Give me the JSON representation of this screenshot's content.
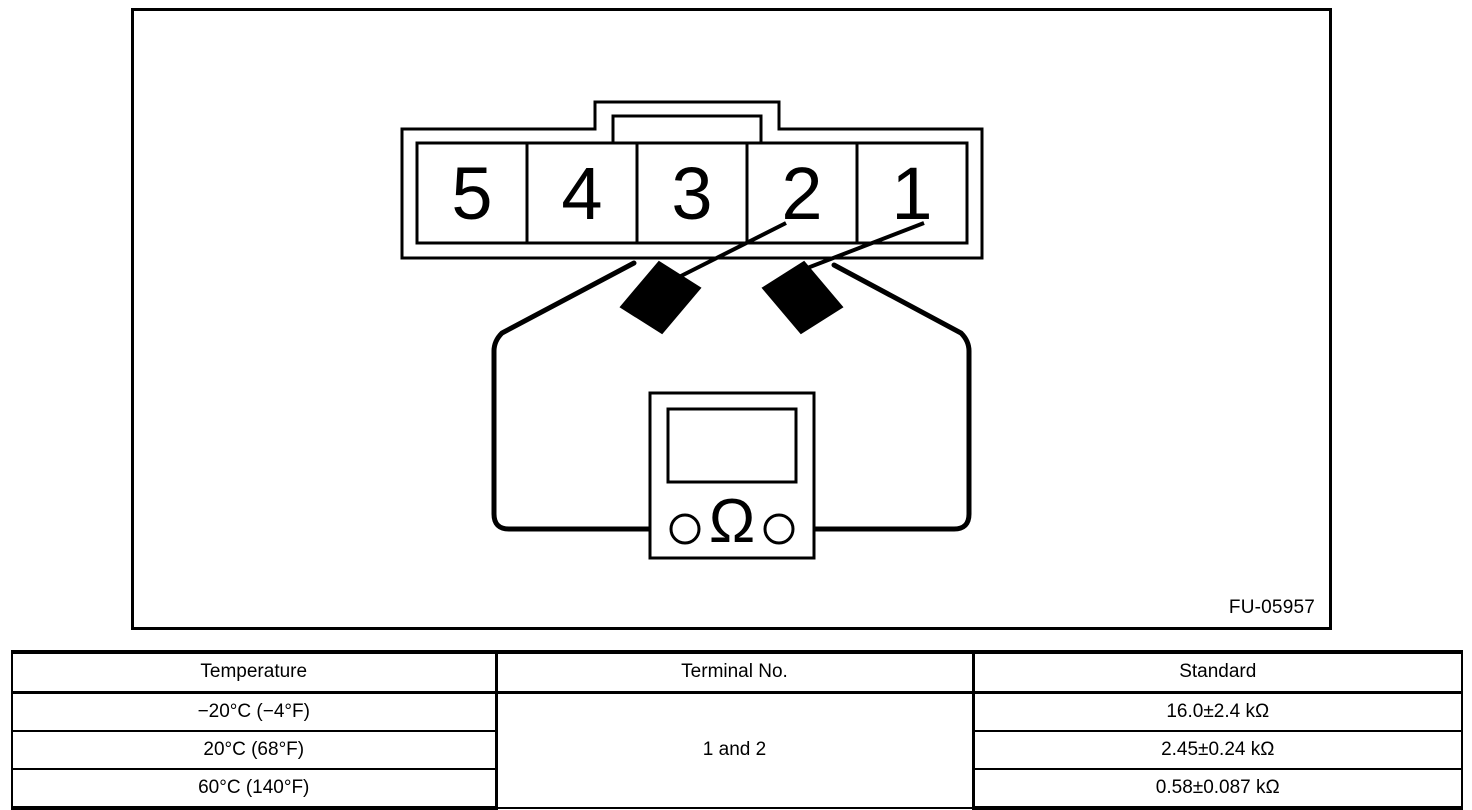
{
  "figure": {
    "code": "FU-05957",
    "connector": {
      "name": "5-pin-connector",
      "terminal_labels": [
        "5",
        "4",
        "3",
        "2",
        "1"
      ],
      "probe_targets": [
        "2",
        "1"
      ]
    },
    "meter": {
      "name": "ohmmeter",
      "symbol": "Ω",
      "display_label": "",
      "terminals": 2
    }
  },
  "table": {
    "headers": [
      "Temperature",
      "Terminal No.",
      "Standard"
    ],
    "terminal_no": "1 and 2",
    "rows": [
      {
        "temperature": "−20°C (−4°F)",
        "standard": "16.0±2.4 kΩ"
      },
      {
        "temperature": "20°C (68°F)",
        "standard": "2.45±0.24 kΩ"
      },
      {
        "temperature": "60°C (140°F)",
        "standard": "0.58±0.087 kΩ"
      }
    ]
  },
  "colors": {
    "line": "#000000",
    "background": "#ffffff"
  }
}
